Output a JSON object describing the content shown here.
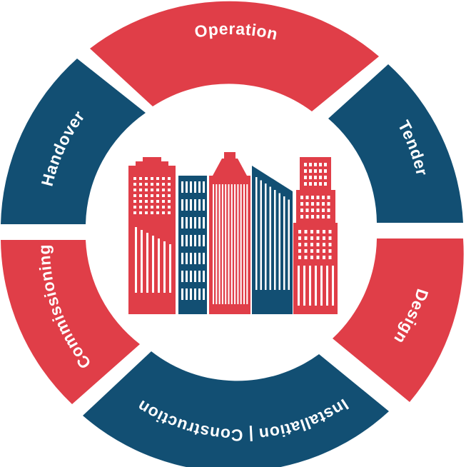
{
  "diagram": {
    "segments": [
      {
        "label": "Operation",
        "color": "#e03e48"
      },
      {
        "label": "Tender",
        "color": "#124f73"
      },
      {
        "label": "Design",
        "color": "#e03e48"
      },
      {
        "label": "Installation | Construction",
        "color": "#124f73"
      },
      {
        "label": "Commissioning",
        "color": "#e03e48"
      },
      {
        "label": "Handover",
        "color": "#124f73"
      }
    ],
    "center_icon": "city-buildings-icon"
  }
}
